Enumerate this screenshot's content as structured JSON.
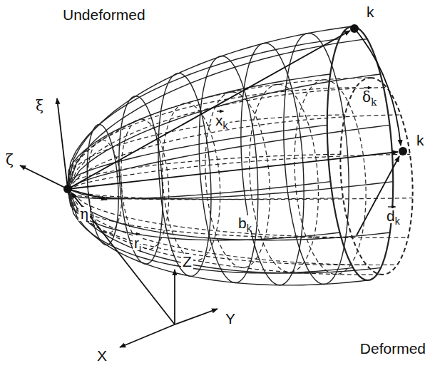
{
  "diagram": {
    "labels": [
      "Undeformed",
      "k",
      "ξ",
      "ζ",
      "η",
      "xk",
      "δk",
      "bk",
      "k",
      "dk",
      "ri",
      "Z",
      "Y",
      "X",
      "Deformed"
    ]
  }
}
